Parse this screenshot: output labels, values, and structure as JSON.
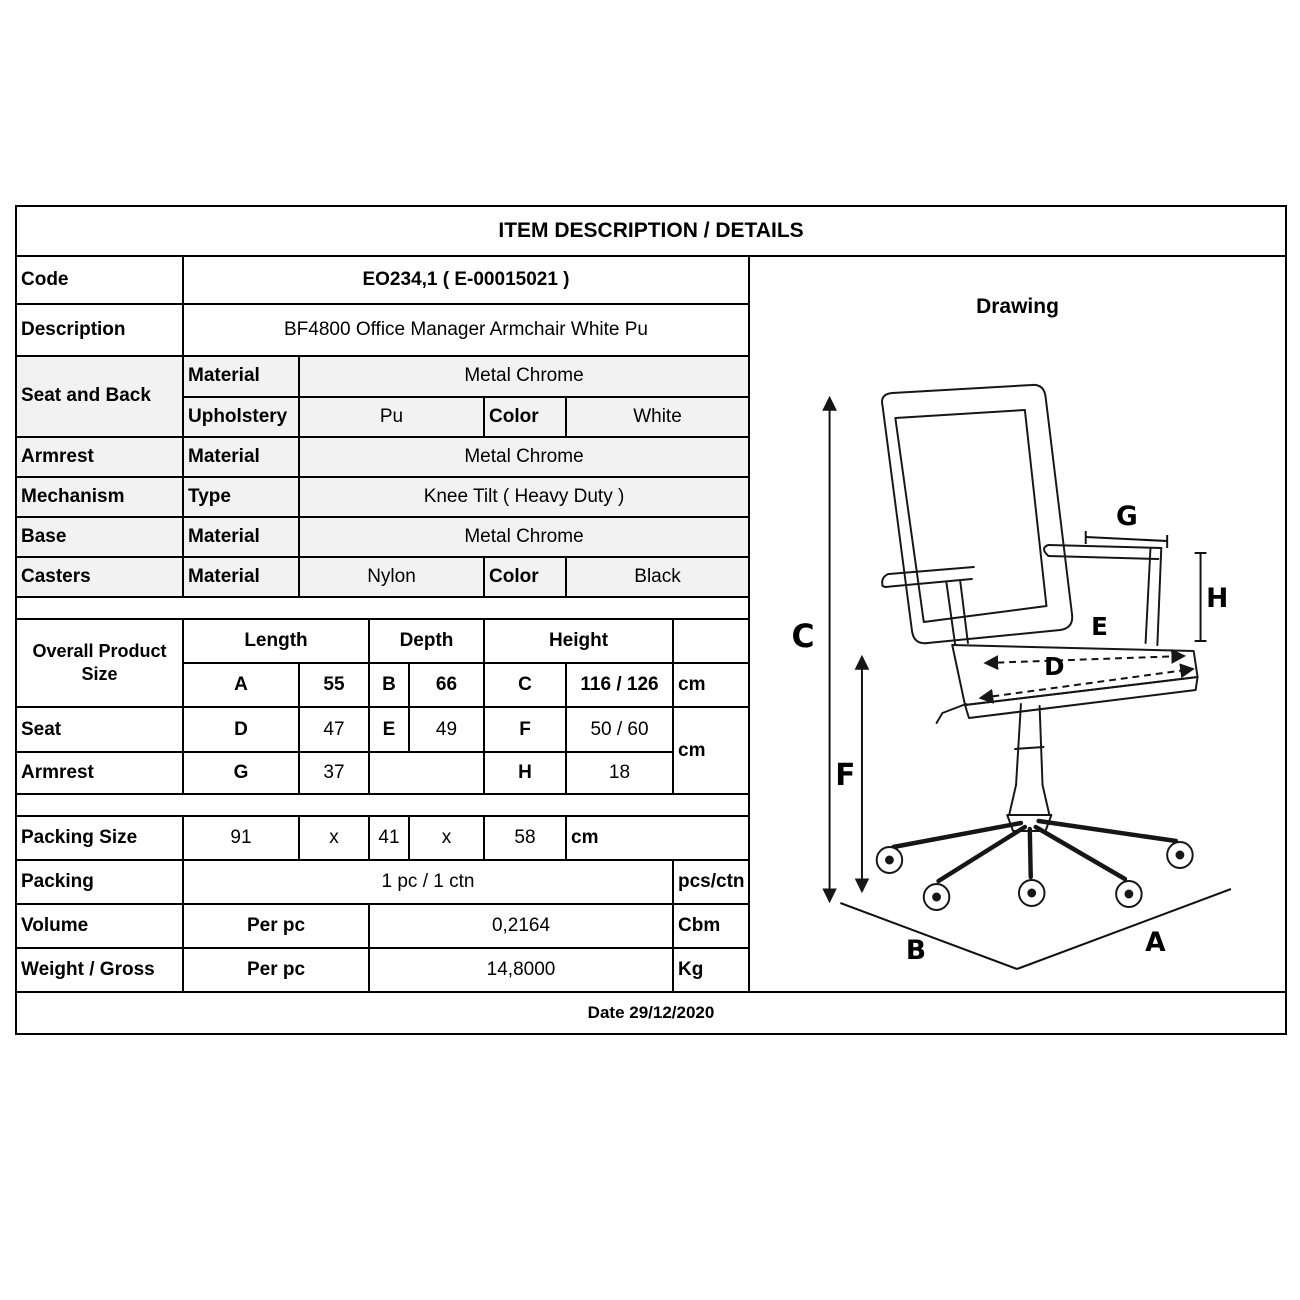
{
  "title": "ITEM DESCRIPTION / DETAILS",
  "info": {
    "code_label": "Code",
    "code_value": "EO234,1  ( E-00015021 )",
    "description_label": "Description",
    "description_value": "BF4800 Office Manager Armchair White Pu"
  },
  "specs": {
    "seat_back_label": "Seat and Back",
    "material_label": "Material",
    "seat_back_material": "Metal Chrome",
    "upholstery_label": "Upholstery",
    "upholstery_value": "Pu",
    "color_label": "Color",
    "seat_back_color": "White",
    "armrest_label": "Armrest",
    "armrest_material_label": "Material",
    "armrest_material": "Metal Chrome",
    "mechanism_label": "Mechanism",
    "type_label": "Type",
    "mechanism_type": "Knee Tilt ( Heavy Duty )",
    "base_label": "Base",
    "base_material_label": "Material",
    "base_material": "Metal Chrome",
    "casters_label": "Casters",
    "casters_material_label": "Material",
    "casters_material": "Nylon",
    "casters_color_label": "Color",
    "casters_color": "Black"
  },
  "size": {
    "overall_label": "Overall Product Size",
    "length_label": "Length",
    "depth_label": "Depth",
    "height_label": "Height",
    "a": "A",
    "a_val": "55",
    "b": "B",
    "b_val": "66",
    "c": "C",
    "c_val": "116 / 126",
    "overall_unit": "cm",
    "seat_label": "Seat",
    "d": "D",
    "d_val": "47",
    "e": "E",
    "e_val": "49",
    "f": "F",
    "f_val": "50 / 60",
    "seat_unit": "cm",
    "armrest_label": "Armrest",
    "g": "G",
    "g_val": "37",
    "h": "H",
    "h_val": "18"
  },
  "packing": {
    "size_label": "Packing Size",
    "dim1": "91",
    "x1": "x",
    "dim2": "41",
    "x2": "x",
    "dim3": "58",
    "unit": "cm",
    "packing_label": "Packing",
    "packing_value": "1 pc / 1 ctn",
    "packing_unit": "pcs/ctn",
    "volume_label": "Volume",
    "volume_per": "Per pc",
    "volume_value": "0,2164",
    "volume_unit": "Cbm",
    "weight_label": "Weight / Gross",
    "weight_per": "Per pc",
    "weight_value": "14,8000",
    "weight_unit": "Kg"
  },
  "footer": {
    "date": "Date 29/12/2020"
  },
  "drawing": {
    "header": "Drawing",
    "labels": {
      "A": "A",
      "B": "B",
      "C": "C",
      "D": "D",
      "E": "E",
      "F": "F",
      "G": "G",
      "H": "H"
    }
  },
  "colors": {
    "highlight": "#ffff00",
    "shade": "#f2f2f2",
    "border": "#000000"
  }
}
